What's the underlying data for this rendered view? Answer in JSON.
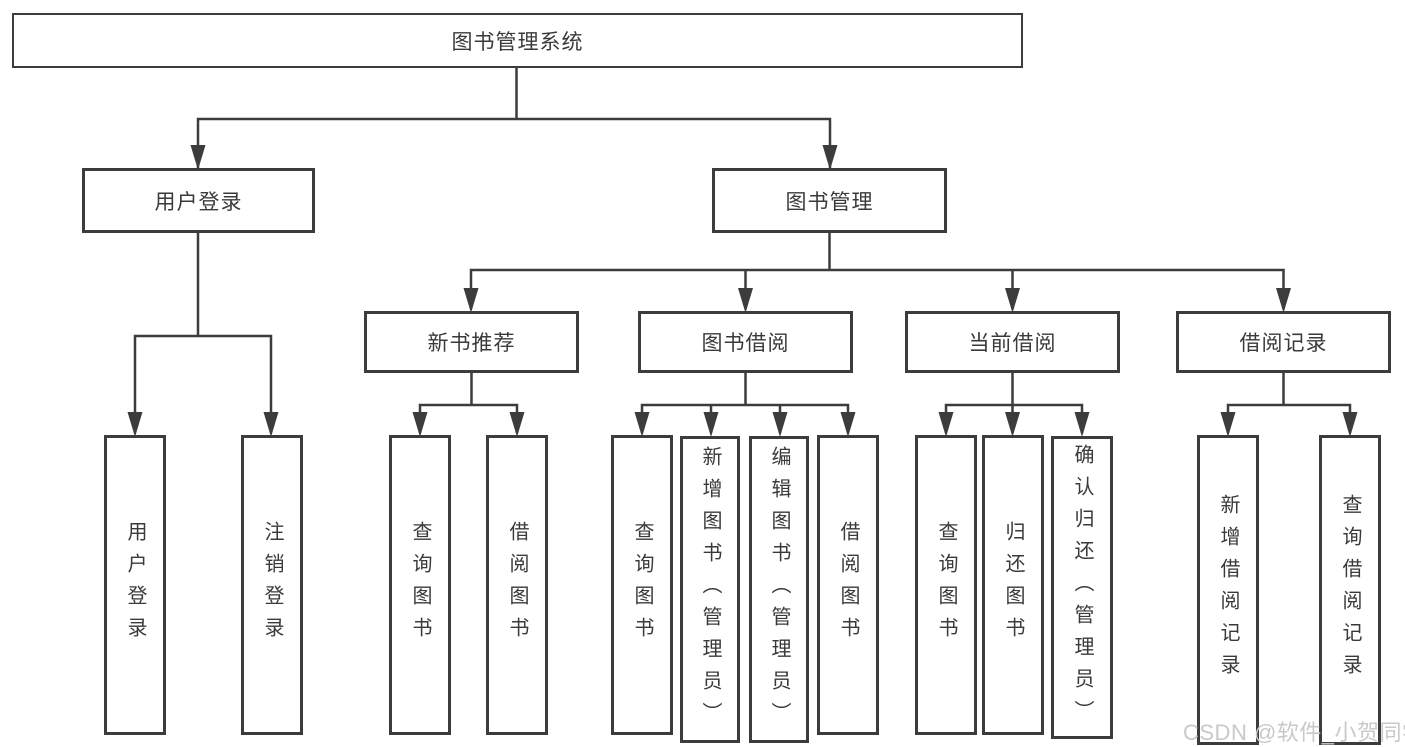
{
  "tree": {
    "label": "图书管理系统",
    "children": [
      {
        "label": "用户登录",
        "children": [
          {
            "label": "用户登录"
          },
          {
            "label": "注销登录"
          }
        ]
      },
      {
        "label": "图书管理",
        "children": [
          {
            "label": "新书推荐",
            "children": [
              {
                "label": "查询图书"
              },
              {
                "label": "借阅图书"
              }
            ]
          },
          {
            "label": "图书借阅",
            "children": [
              {
                "label": "查询图书"
              },
              {
                "label": "新增图书（管理员）"
              },
              {
                "label": "编辑图书（管理员）"
              },
              {
                "label": "借阅图书"
              }
            ]
          },
          {
            "label": "当前借阅",
            "children": [
              {
                "label": "查询图书"
              },
              {
                "label": "归还图书"
              },
              {
                "label": "确认归还（管理员）"
              }
            ]
          },
          {
            "label": "借阅记录",
            "children": [
              {
                "label": "新增借阅记录"
              },
              {
                "label": "查询借阅记录"
              }
            ]
          }
        ]
      }
    ]
  },
  "watermark": {
    "text": "CSDN @软件_小贺同学"
  },
  "colors": {
    "line": "#3c3c3c",
    "text": "#3a3a3a",
    "watermark": "#c9c9c9",
    "background": "#ffffff"
  }
}
